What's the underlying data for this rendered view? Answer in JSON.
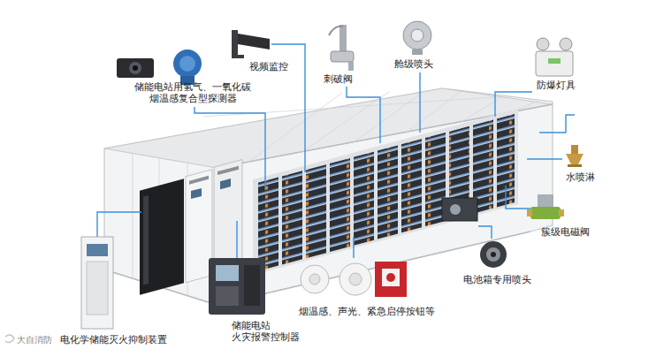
{
  "diagram": {
    "labels": [
      "储能电站用氢气、一氧化碳 烟温感复合型探测器",
      "视频监控",
      "刺破阀",
      "舱级喷头",
      "防爆灯具",
      "水喷淋",
      "簇级电磁阀",
      "电池箱专用喷头",
      "烟温感、声光、紧急启停按钮等",
      "储能电站 火灾报警控制器",
      "电化学储能灭火抑制装置",
      "大自消防"
    ]
  }
}
